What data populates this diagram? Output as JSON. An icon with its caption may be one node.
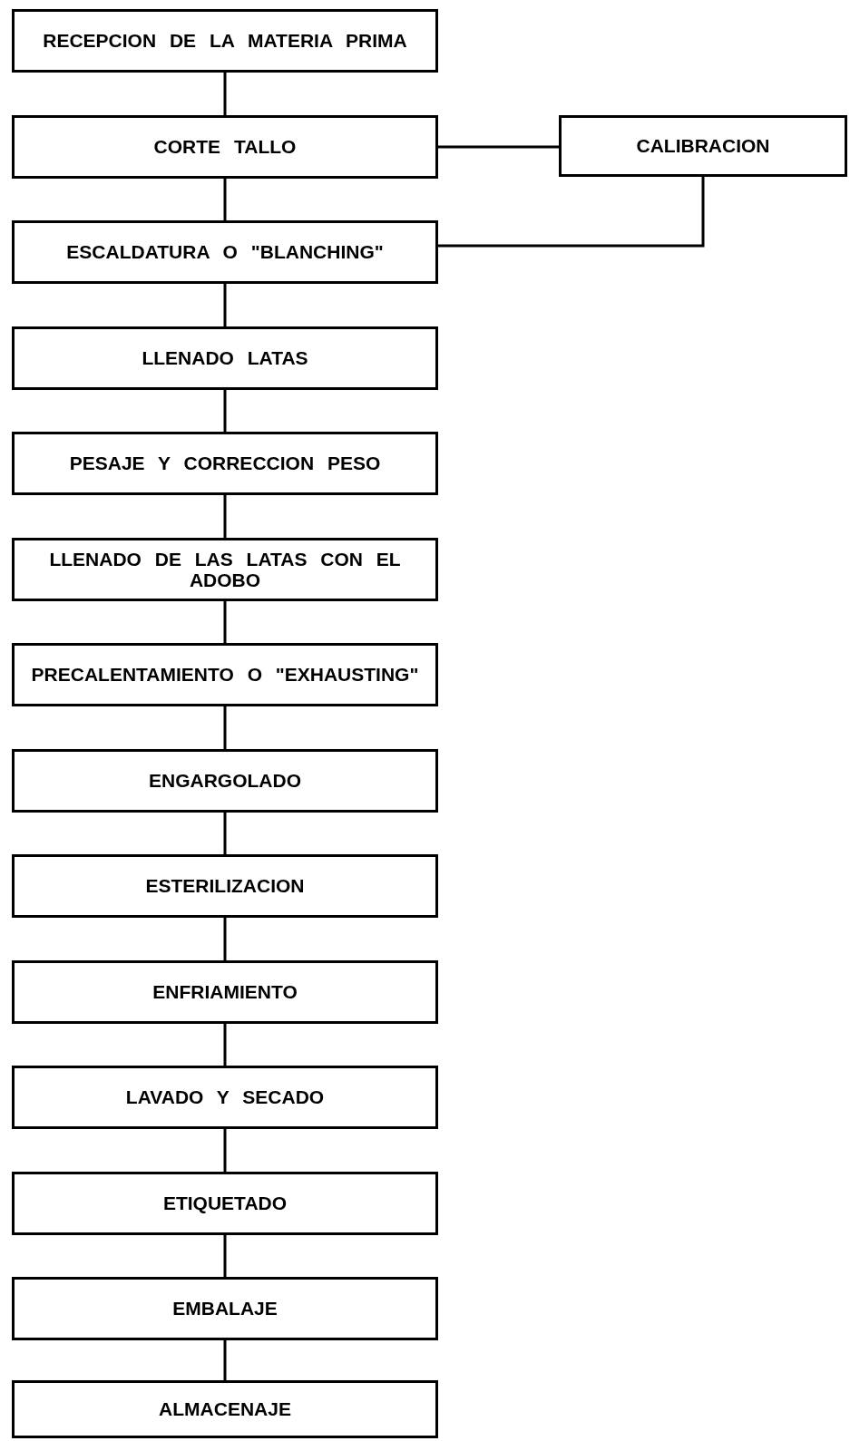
{
  "diagram": {
    "nodes": [
      {
        "text": [
          "RECEPCION DE LA MATERIA PRIMA"
        ]
      },
      {
        "text": [
          "CORTE TALLO"
        ]
      },
      {
        "text": [
          "CALIBRACION"
        ]
      },
      {
        "text": [
          "ESCALDATURA O \"BLANCHING\""
        ]
      },
      {
        "text": [
          "LLENADO LATAS"
        ]
      },
      {
        "text": [
          "PESAJE Y CORRECCION PESO"
        ]
      },
      {
        "text": [
          "LLENADO DE LAS LATAS CON EL ADOBO"
        ]
      },
      {
        "text": [
          "PRECALENTAMIENTO O \"EXHAUSTING\""
        ]
      },
      {
        "text": [
          "ENGARGOLADO"
        ]
      },
      {
        "text": [
          "ESTERILIZACION"
        ]
      },
      {
        "text": [
          "ENFRIAMIENTO"
        ]
      },
      {
        "text": [
          "LAVADO Y SECADO"
        ]
      },
      {
        "text": [
          "ETIQUETADO"
        ]
      },
      {
        "text": [
          "EMBALAJE"
        ]
      },
      {
        "text": [
          "ALMACENAJE"
        ]
      }
    ],
    "edges": [
      {
        "from": 0,
        "to": 1,
        "arrow": "none"
      },
      {
        "from": 1,
        "to": 2,
        "arrow": "none"
      },
      {
        "from": 1,
        "to": 3,
        "arrow": "none"
      },
      {
        "from": 2,
        "to": 3,
        "arrow": "none"
      },
      {
        "from": 3,
        "to": 4,
        "arrow": "none"
      },
      {
        "from": 4,
        "to": 5,
        "arrow": "none"
      },
      {
        "from": 5,
        "to": 6,
        "arrow": "none"
      },
      {
        "from": 6,
        "to": 7,
        "arrow": "none"
      },
      {
        "from": 7,
        "to": 8,
        "arrow": "none"
      },
      {
        "from": 8,
        "to": 9,
        "arrow": "none"
      },
      {
        "from": 9,
        "to": 10,
        "arrow": "none"
      },
      {
        "from": 10,
        "to": 11,
        "arrow": "none"
      },
      {
        "from": 11,
        "to": 12,
        "arrow": "none"
      },
      {
        "from": 12,
        "to": 13,
        "arrow": "none"
      },
      {
        "from": 13,
        "to": 14,
        "arrow": "none"
      }
    ]
  }
}
